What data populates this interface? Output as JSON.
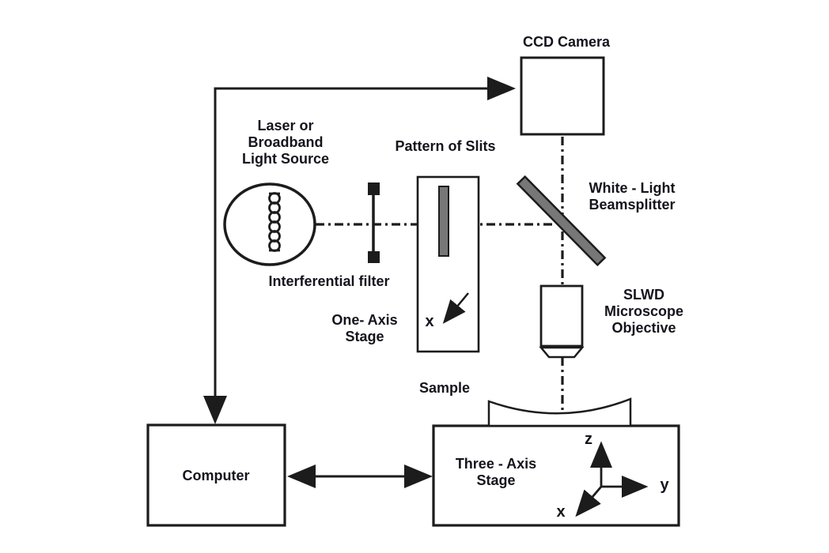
{
  "figure": {
    "type": "optical-setup-schematic",
    "labels": {
      "ccd_camera": "CCD Camera",
      "light_source": "Laser or\nBroadband\nLight Source",
      "pattern_of_slits": "Pattern of Slits",
      "beamsplitter": "White - Light\nBeamsplitter",
      "interferential_filter": "Interferential filter",
      "one_axis_stage": "One- Axis\nStage",
      "slwd_objective": "SLWD\nMicroscope\nObjective",
      "sample": "Sample",
      "three_axis_stage": "Three - Axis\nStage",
      "computer": "Computer"
    },
    "axis_labels": {
      "slit_stage_x": "x",
      "stage_z": "z",
      "stage_y": "y",
      "stage_x": "x"
    }
  },
  "colors": {
    "ink": "#1c1c1c",
    "text": "#14141d",
    "glass": "#777777",
    "paper": "#ffffff"
  }
}
